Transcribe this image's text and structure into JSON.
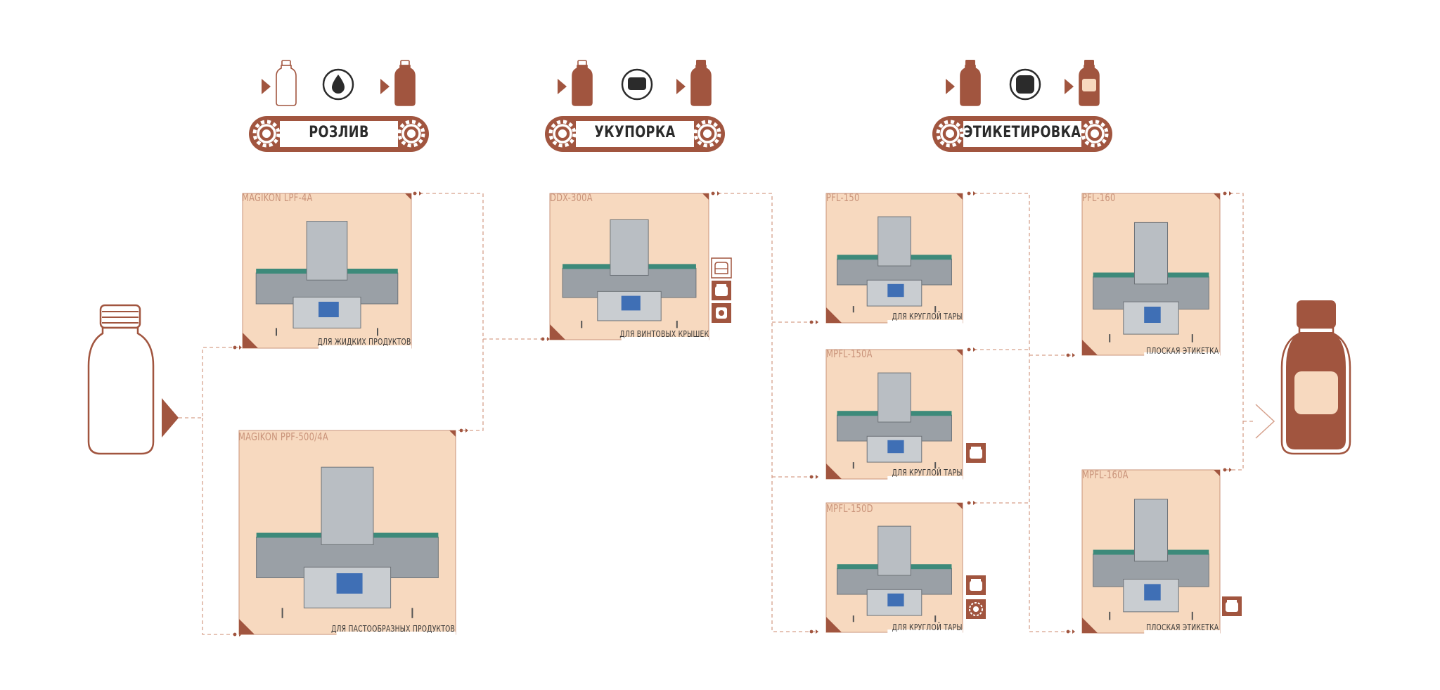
{
  "stages": [
    {
      "label": "РОЗЛИВ",
      "icon": "drop-icon"
    },
    {
      "label": "УКУПОРКА",
      "icon": "cap-icon"
    },
    {
      "label": "ЭТИКЕТИРОВКА",
      "icon": "label-icon"
    }
  ],
  "machines": [
    {
      "id": "lpf4a",
      "title": "MAGIKON LPF-4A",
      "caption": "ДЛЯ ЖИДКИХ ПРОДУКТОВ"
    },
    {
      "id": "ppf500",
      "title": "MAGIKON PPF-500/4A",
      "caption": "ДЛЯ ПАСТООБРАЗНЫХ ПРОДУКТОВ"
    },
    {
      "id": "ddx300a",
      "title": "DDX-300A",
      "caption": "ДЛЯ ВИНТОВЫХ КРЫШЕК"
    },
    {
      "id": "pfl150",
      "title": "PFL-150",
      "caption": "ДЛЯ КРУГЛОЙ ТАРЫ"
    },
    {
      "id": "mpfl150a",
      "title": "MPFL-150A",
      "caption": "ДЛЯ КРУГЛОЙ ТАРЫ"
    },
    {
      "id": "mpfl150d",
      "title": "MPFL-150D",
      "caption": "ДЛЯ КРУГЛОЙ ТАРЫ"
    },
    {
      "id": "pfl160",
      "title": "PFL-160",
      "caption": "ПЛОСКАЯ ЭТИКЕТКА"
    },
    {
      "id": "mpfl160a",
      "title": "MPFL-160A",
      "caption": "ПЛОСКАЯ ЭТИКЕТКА"
    }
  ],
  "colors": {
    "accent": "#a1553f",
    "panel": "#f7d9bf",
    "panel_border": "#c9937a",
    "connector": "#d6a08b",
    "text": "#2b2b2b"
  }
}
